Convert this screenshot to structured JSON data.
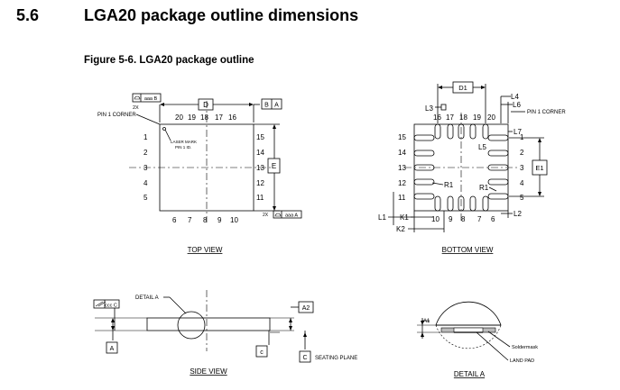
{
  "section": {
    "number": "5.6",
    "title": "LGA20 package outline dimensions"
  },
  "figure": {
    "caption": "Figure 5-6. LGA20 package outline"
  },
  "top_view": {
    "label": "TOP VIEW",
    "pin1_corner": "PIN 1 CORNER",
    "laser_mark": "LASER MARK",
    "pin1_id": "PIN 1 ID.",
    "dim_d": "D",
    "dim_e": "E",
    "datum_a": "A",
    "datum_b": "B",
    "tol_aaa_b": "aaa B",
    "tol_aaa_a": "aaa A",
    "twox": "2X",
    "twox_aaa": "2X",
    "top_pins": [
      "20",
      "19",
      "18",
      "17",
      "16"
    ],
    "left_pins": [
      "1",
      "2",
      "3",
      "4",
      "5"
    ],
    "right_pins": [
      "15",
      "14",
      "13",
      "12",
      "11"
    ],
    "bottom_pins": [
      "6",
      "7",
      "8",
      "9",
      "10"
    ]
  },
  "bottom_view": {
    "label": "BOTTOM VIEW",
    "pin1_corner": "PIN 1 CORNER",
    "d1": "D1",
    "e1": "E1",
    "l1": "L1",
    "l2": "L2",
    "l3": "L3",
    "l4": "L4",
    "l5": "L5",
    "l6": "L6",
    "l7": "L7",
    "k1": "K1",
    "k2": "K2",
    "r1a": "R1",
    "r1b": "R1",
    "top_pins": [
      "16",
      "17",
      "18",
      "19",
      "20"
    ],
    "left_pins": [
      "15",
      "14",
      "13",
      "12",
      "11"
    ],
    "right_pins": [
      "1",
      "2",
      "3",
      "4",
      "5"
    ],
    "bottom_pins": [
      "10",
      "9",
      "8",
      "7",
      "6"
    ]
  },
  "side_view": {
    "label": "SIDE VIEW",
    "detail_a": "DETAIL A",
    "tol_ccc": "ccc C",
    "datum_a": "A",
    "dim_a2": "A2",
    "dim_c": "c",
    "datum_c": "C",
    "seating_plane": "SEATING PLANE"
  },
  "detail_a": {
    "label": "DETAIL A",
    "dim_a1": "A1",
    "soldermask": "Soldermask",
    "land_pad": "LAND PAD"
  }
}
